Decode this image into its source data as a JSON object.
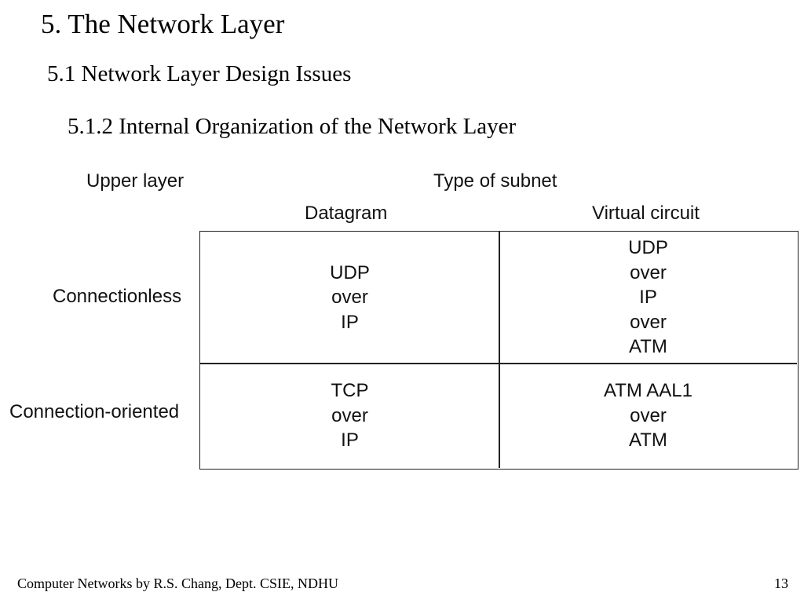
{
  "slide": {
    "title": "5. The Network Layer",
    "subtitle": "5.1 Network Layer Design Issues",
    "subsubtitle": "5.1.2 Internal Organization of the Network Layer"
  },
  "figure": {
    "upper_layer_label": "Upper layer",
    "subnet_type_label": "Type of subnet",
    "columns": [
      "Datagram",
      "Virtual circuit"
    ],
    "rows": [
      "Connectionless",
      "Connection-oriented"
    ],
    "cells": [
      [
        [
          "UDP",
          "over",
          "IP"
        ],
        [
          "UDP",
          "over",
          "IP",
          "over",
          "ATM"
        ]
      ],
      [
        [
          "TCP",
          "over",
          "IP"
        ],
        [
          "ATM AAL1",
          "over",
          "ATM"
        ]
      ]
    ]
  },
  "footer": {
    "credit": "Computer Networks by R.S. Chang, Dept. CSIE, NDHU",
    "page_number": "13"
  }
}
